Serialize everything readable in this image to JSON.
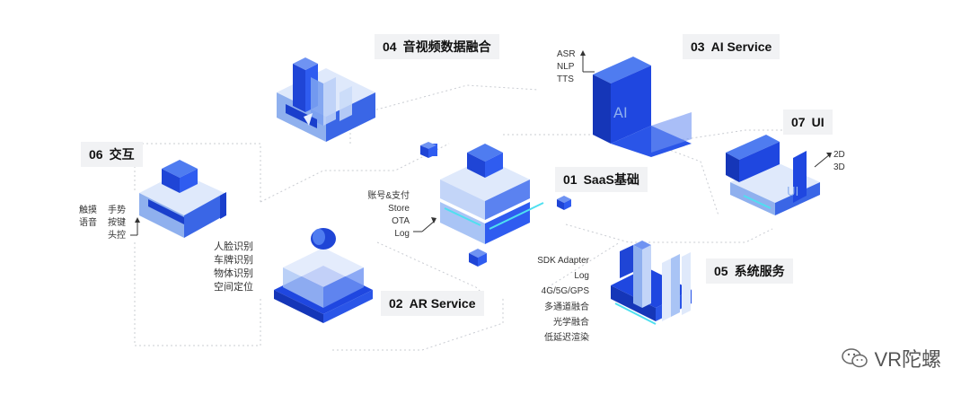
{
  "modules": [
    {
      "num": "01",
      "title": "SaaS基础",
      "items": [
        "账号&支付",
        "Store",
        "OTA",
        "Log"
      ]
    },
    {
      "num": "02",
      "title": "AR Service",
      "items": [
        "人脸识别",
        "车牌识别",
        "物体识别",
        "空间定位"
      ]
    },
    {
      "num": "03",
      "title": "AI Service",
      "items": [
        "ASR",
        "NLP",
        "TTS"
      ]
    },
    {
      "num": "04",
      "title": "音视频数据融合",
      "items": []
    },
    {
      "num": "05",
      "title": "系统服务",
      "items": [
        "SDK Adapter",
        "Log",
        "4G/5G/GPS",
        "多通道融合",
        "光学融合",
        "低延迟渲染"
      ]
    },
    {
      "num": "06",
      "title": "交互",
      "items": [
        "触摸",
        "语音",
        "手势",
        "按键",
        "头控"
      ]
    },
    {
      "num": "07",
      "title": "UI",
      "items": [
        "2D",
        "3D"
      ]
    }
  ],
  "ai_cube_text": "AI",
  "ui_cube_text": "UI",
  "watermark": "VR陀螺",
  "colors": {
    "primary": "#1f47e0",
    "light": "#a9c4f5",
    "accent": "#4fe0f0",
    "label_bg": "#f1f2f4"
  }
}
